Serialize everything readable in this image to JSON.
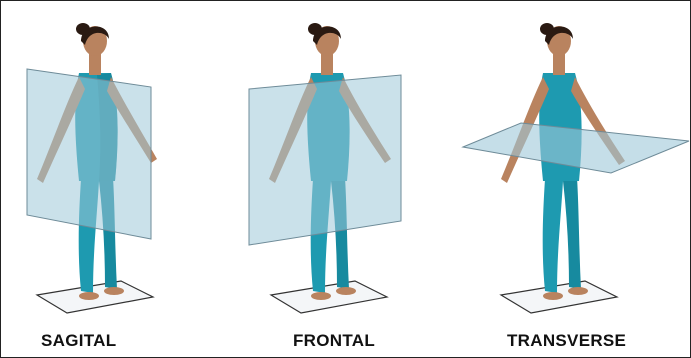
{
  "planes": [
    {
      "key": "sagital",
      "label": "SAGITAL"
    },
    {
      "key": "frontal",
      "label": "FRONTAL"
    },
    {
      "key": "transverse",
      "label": "TRANSVERSE"
    }
  ],
  "colors": {
    "body": "#1e9ab0",
    "body_shade": "#137b8f",
    "skin": "#b9835f",
    "hair": "#2a1a12",
    "plane_fill": "#9fc8d8",
    "plane_stroke": "#6e8b98",
    "platform": "#f4f6f8"
  }
}
